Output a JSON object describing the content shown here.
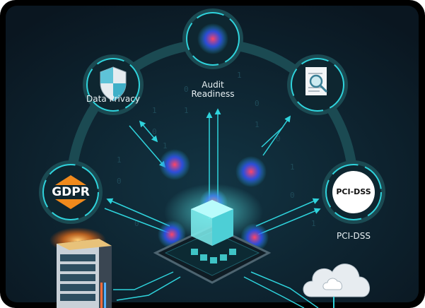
{
  "nodes": {
    "data_privacy": {
      "label": "Data Privacy",
      "icon": "shield-icon"
    },
    "audit": {
      "label_line1": "Audit",
      "label_line2": "Readiness",
      "icon": "network-icon"
    },
    "document": {
      "icon": "document-search-icon"
    },
    "gdpr": {
      "badge": "GDPR",
      "icon": "gdpr-badge-icon"
    },
    "pci": {
      "badge": "PCI-DSS",
      "label": "PCI-DSS"
    }
  },
  "colors": {
    "background": "#0d1b26",
    "frame": "#000000",
    "accent": "#2fd3dc",
    "arc": "#1b4a52",
    "gdpr_orange": "#f08a1c"
  }
}
